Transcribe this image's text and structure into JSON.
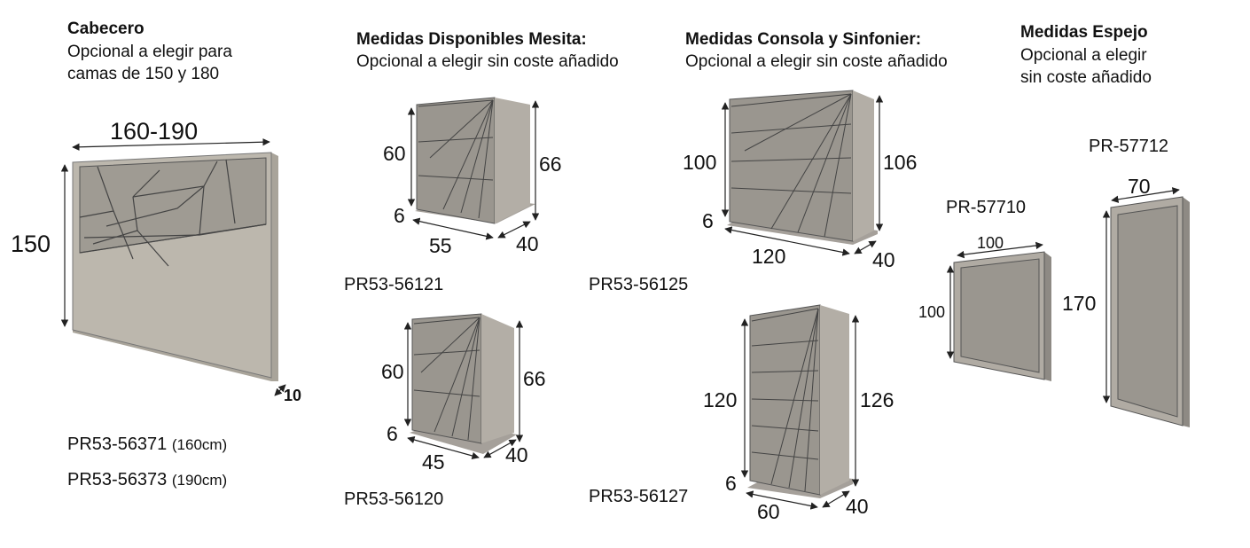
{
  "cabecero": {
    "title": "Cabecero",
    "line1": "Opcional a elegir para",
    "line2": "camas de 150 y 180",
    "width": "160-190",
    "height": "150",
    "depth": "10",
    "codes": [
      {
        "code": "PR53-56371",
        "size": "(160cm)"
      },
      {
        "code": "PR53-56373",
        "size": "(190cm)"
      }
    ]
  },
  "mesita": {
    "title": "Medidas Disponibles Mesita:",
    "subtitle": "Opcional a elegir sin coste añadido",
    "items": [
      {
        "code": "PR53-56121",
        "body": "60",
        "total": "66",
        "base": "6",
        "width": "55",
        "depth": "40"
      },
      {
        "code": "PR53-56120",
        "body": "60",
        "total": "66",
        "base": "6",
        "width": "45",
        "depth": "40"
      }
    ]
  },
  "consola": {
    "title": "Medidas Consola y Sinfonier:",
    "subtitle": "Opcional a elegir sin coste añadido",
    "items": [
      {
        "code": "PR53-56125",
        "body": "100",
        "total": "106",
        "base": "6",
        "width": "120",
        "depth": "40"
      },
      {
        "code": "PR53-56127",
        "body": "120",
        "total": "126",
        "base": "6",
        "width": "60",
        "depth": "40"
      }
    ]
  },
  "espejo": {
    "title": "Medidas Espejo",
    "line1": "Opcional a elegir",
    "line2": "sin coste añadido",
    "items": [
      {
        "code": "PR-57710",
        "width": "100",
        "height": "100"
      },
      {
        "code": "PR-57712",
        "width": "70",
        "height": "170"
      }
    ]
  }
}
